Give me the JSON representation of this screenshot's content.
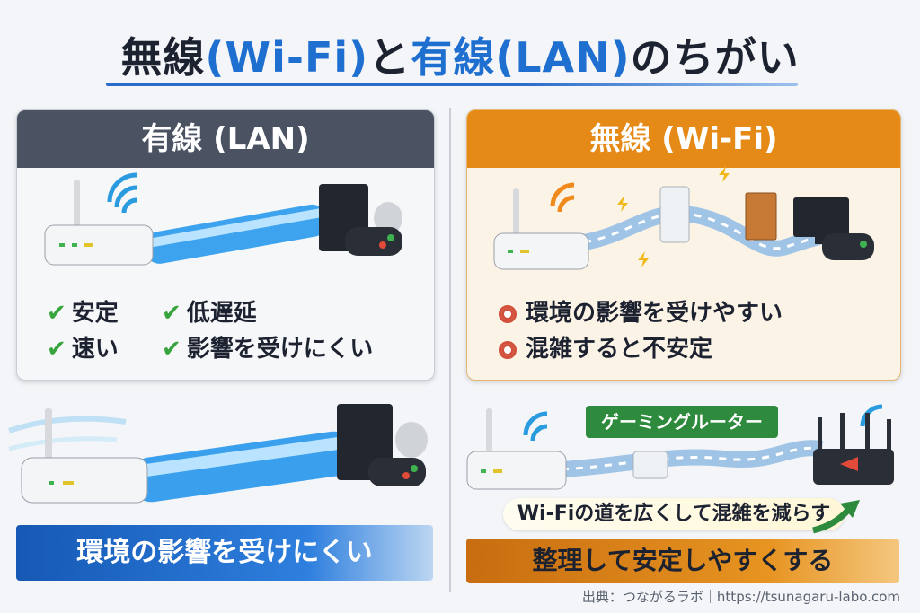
{
  "title": {
    "part1": "無線",
    "part2": "(Wi-Fi)",
    "part3": "と",
    "part4": "有線",
    "part5": "(LAN)",
    "part6": "のちがい"
  },
  "lan": {
    "heading": "有線 (LAN)",
    "features": [
      "安定",
      "低遅延",
      "速い",
      "影響を受けにくい"
    ],
    "banner": "環境の影響を受けにくい"
  },
  "wifi": {
    "heading": "無線 (Wi-Fi)",
    "features": [
      "環境の影響を受けやすい",
      "混雑すると不安定"
    ],
    "gaming_label": "ゲーミングルーター",
    "tip": "Wi-Fiの道を広くして混雑を減らす",
    "banner": "整理して安定しやすくする"
  },
  "source": "出典：つながるラボ｜https://tsunagaru-labo.com",
  "colors": {
    "accent_blue": "#1f6fd0",
    "lan_header": "#4b5363",
    "wifi_header": "#e58a17",
    "check": "#37a43e",
    "warn_dot": "#d2503c",
    "router_label": "#2e8a3c"
  }
}
